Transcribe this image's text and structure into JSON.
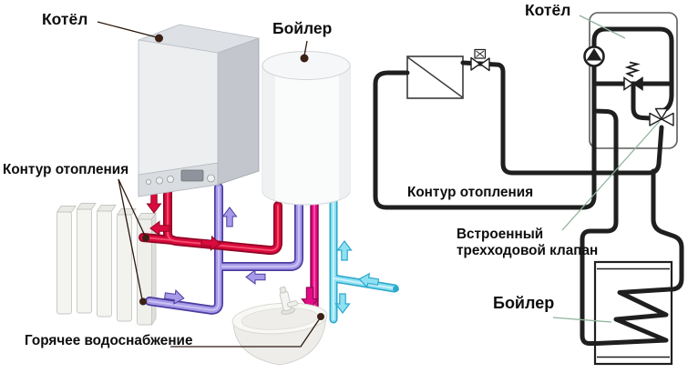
{
  "left_panel": {
    "labels": {
      "boiler_unit": "Котёл",
      "tank": "Бойлер",
      "heating_circuit": "Контур отопления",
      "hot_water": "Горячее водоснабжение"
    }
  },
  "right_panel": {
    "labels": {
      "boiler_unit": "Котёл",
      "heating_circuit": "Контур отопления",
      "valve_line1": "Встроенный",
      "valve_line2": "трехходовой клапан",
      "tank": "Бойлер"
    }
  },
  "colors": {
    "red": "#da0a3e",
    "red_dark": "#8f0524",
    "purple": "#a89ae8",
    "purple_dark": "#4a3da0",
    "magenta": "#e20b84",
    "magenta_dark": "#8f0653",
    "cyan": "#8fe1f2",
    "cyan_dark": "#2da8cc",
    "schematic": "#1f1f1f",
    "leader_green": "#8fb39b",
    "leader_dark": "#2a180d",
    "dot": "#3a2113"
  }
}
